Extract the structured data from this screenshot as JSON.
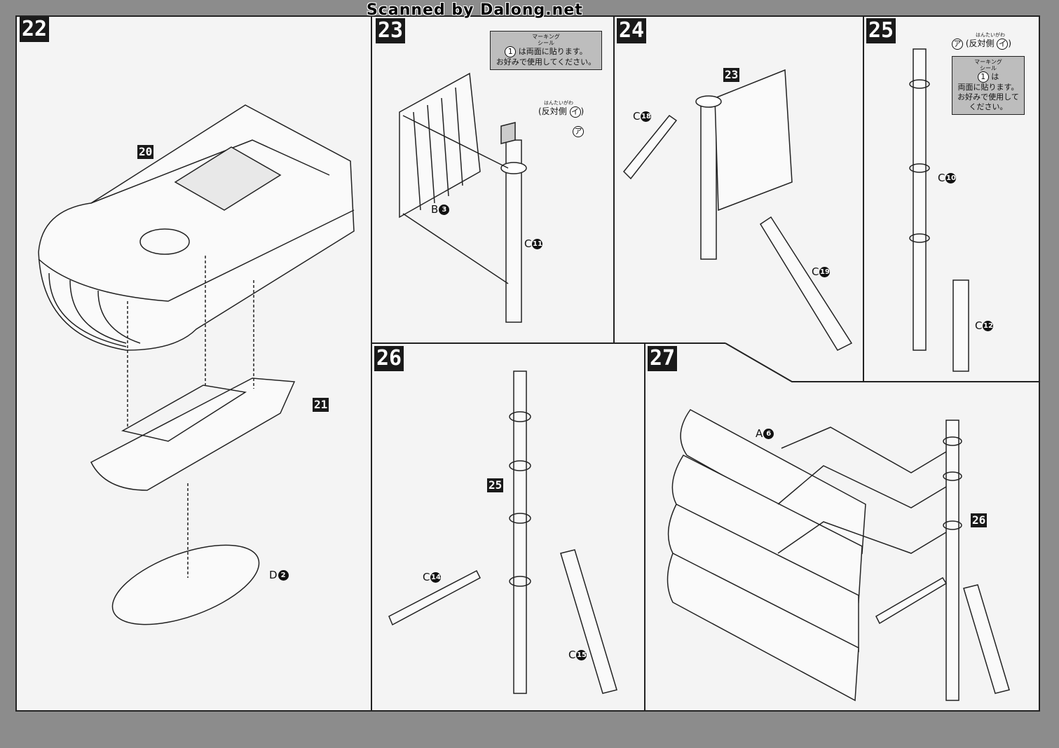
{
  "watermark": "Scanned by Dalong.net",
  "steps": [
    {
      "number": "22",
      "refs": [
        "20",
        "21"
      ],
      "parts": [
        {
          "letter": "D",
          "num": "2"
        }
      ]
    },
    {
      "number": "23",
      "parts": [
        {
          "letter": "B",
          "num": "3"
        },
        {
          "letter": "C",
          "num": "11"
        }
      ]
    },
    {
      "number": "24",
      "refs": [
        "23"
      ],
      "parts": [
        {
          "letter": "C",
          "num": "18"
        },
        {
          "letter": "C",
          "num": "19"
        }
      ]
    },
    {
      "number": "25",
      "parts": [
        {
          "letter": "C",
          "num": "10"
        },
        {
          "letter": "C",
          "num": "12"
        }
      ]
    },
    {
      "number": "26",
      "refs": [
        "25"
      ],
      "parts": [
        {
          "letter": "C",
          "num": "14"
        },
        {
          "letter": "C",
          "num": "15"
        }
      ]
    },
    {
      "number": "27",
      "refs": [
        "26"
      ],
      "parts": [
        {
          "letter": "A",
          "num": "6"
        }
      ]
    }
  ],
  "notes": {
    "marking_label": "マーキング",
    "seal_label": "シール",
    "seal_num": "1",
    "line1": "は両面に貼ります。",
    "line1a": "は",
    "line1b": "両面に貼ります。",
    "line2": "お好みで使用してください。",
    "line2a": "お好みで使用して",
    "line2b": "ください。",
    "opposite": "反対側",
    "opposite_ruby": "はんたいがわ",
    "seal_a": "ア",
    "seal_i": "イ"
  }
}
